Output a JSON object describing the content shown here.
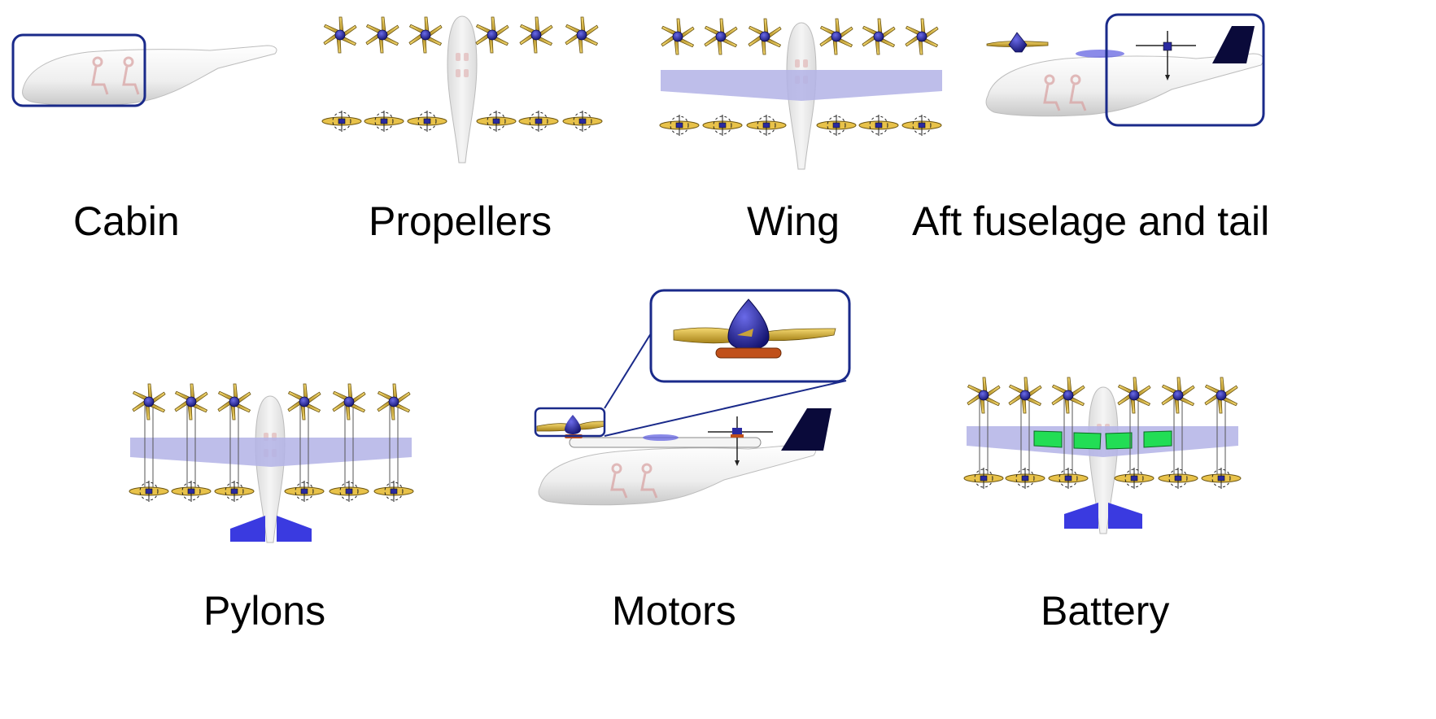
{
  "captions": {
    "cabin": "Cabin",
    "propellers": "Propellers",
    "wing": "Wing",
    "aft": "Aft fuselage and tail",
    "pylons": "Pylons",
    "motors": "Motors",
    "battery": "Battery"
  },
  "colors": {
    "highlight_box": "#1a2a8a",
    "fuselage": "#f2f2f2",
    "propeller_blade": "#e8c24a",
    "spinner": "#2a2aa0",
    "wing": "#b3b3e6",
    "tail": "#3a3ae0",
    "vertical_tail": "#0a0a3a",
    "battery": "#22dd55",
    "motor_base": "#c0501a",
    "seat": "#d8a0a0"
  }
}
